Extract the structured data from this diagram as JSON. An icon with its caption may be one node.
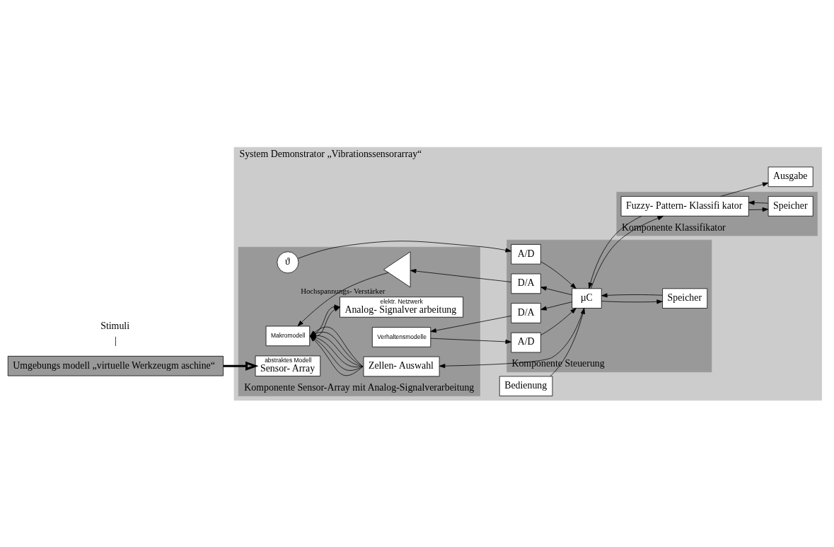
{
  "diagram": {
    "nodes": [
      {
        "text": [
          "System Demonstrator „Vibrationssensorarray“"
        ]
      },
      {
        "text": [
          "Bedienung"
        ],
        "in": 0
      },
      {
        "text": [
          "Ausgabe"
        ],
        "in": 0
      },
      {
        "text": [
          "Umgebungs modell „virtuelle Werkzeugm aschine“"
        ]
      },
      {
        "text": [
          "Stimuli"
        ]
      },
      {
        "text": [
          "Komponente Sensor-Array mit Analog-Signalverarbeitung"
        ],
        "in": 0
      },
      {
        "text": [
          "ϑ"
        ],
        "in": 5
      },
      {
        "text": [
          "Makromodell"
        ],
        "in": 5
      },
      {
        "text": [
          "abstraktes Modell",
          "Sensor- Array"
        ],
        "in": 5
      },
      {
        "text": [
          "Verhaltensmodelle"
        ],
        "in": 5
      },
      {
        "text": [
          "elektr. Netzwerk",
          "Analog- Signalver arbeitung"
        ],
        "in": 5
      },
      {
        "text": [
          "Zellen- Auswahl"
        ],
        "in": 5
      },
      {
        "text": [],
        "shape": "triangle",
        "beside": [
          "Hochspannungs- Verstärker"
        ],
        "in": 5
      },
      {
        "text": [
          "Komponente Steuerung"
        ],
        "in": 0
      },
      {
        "text": [
          "A/D"
        ],
        "in": 13
      },
      {
        "text": [
          "A/D"
        ],
        "in": 13
      },
      {
        "text": [
          "D/A"
        ],
        "in": 13
      },
      {
        "text": [
          "µC"
        ],
        "in": 13
      },
      {
        "text": [
          "D/A"
        ],
        "in": 13
      },
      {
        "text": [
          "Speicher"
        ],
        "in": 13
      },
      {
        "text": [
          "Komponente Klassifikator"
        ],
        "in": 0
      },
      {
        "text": [
          "Fuzzy- Pattern- Klassifi kator"
        ],
        "in": 20
      },
      {
        "text": [
          "Speicher"
        ],
        "in": 20
      }
    ],
    "edges": [
      {
        "from": 3,
        "to": 8,
        "arrow": "to",
        "style": "thick"
      },
      {
        "from": 4,
        "to": null,
        "arrow": "none"
      },
      {
        "from": 6,
        "to": 14,
        "arrow": "to"
      },
      {
        "from": 7,
        "to": 10,
        "arrow": "to"
      },
      {
        "from": 7,
        "to": 10,
        "arrow": "to"
      },
      {
        "from": 9,
        "to": 15,
        "arrow": "to"
      },
      {
        "from": 16,
        "to": 9,
        "arrow": "to"
      },
      {
        "from": 11,
        "to": 7,
        "arrow": "to"
      },
      {
        "from": 11,
        "to": 7,
        "arrow": "to"
      },
      {
        "from": 11,
        "to": 7,
        "arrow": "to"
      },
      {
        "from": 11,
        "to": 7,
        "arrow": "to"
      },
      {
        "from": 11,
        "to": 7,
        "arrow": "to"
      },
      {
        "from": 11,
        "to": 7,
        "arrow": "to"
      },
      {
        "from": 12,
        "to": 7,
        "arrow": "to"
      },
      {
        "from": 14,
        "to": 17,
        "arrow": "to"
      },
      {
        "from": 15,
        "to": 17,
        "arrow": "to"
      },
      {
        "from": 1,
        "to": 17,
        "arrow": "to"
      },
      {
        "from": 17,
        "to": 16,
        "arrow": "to"
      },
      {
        "from": 17,
        "to": 11,
        "arrow": "to"
      },
      {
        "from": 17,
        "to": 18,
        "arrow": "to"
      },
      {
        "from": 18,
        "to": 12,
        "arrow": "to"
      },
      {
        "from": 17,
        "to": 19,
        "arrow": "to"
      },
      {
        "from": 19,
        "to": 17,
        "arrow": "to"
      },
      {
        "from": 17,
        "to": 21,
        "arrow": "to"
      },
      {
        "from": 21,
        "to": 17,
        "arrow": "to"
      },
      {
        "from": 21,
        "to": 2,
        "arrow": "to"
      },
      {
        "from": 21,
        "to": 22,
        "arrow": "to"
      },
      {
        "from": 22,
        "to": 21,
        "arrow": "to"
      }
    ]
  }
}
